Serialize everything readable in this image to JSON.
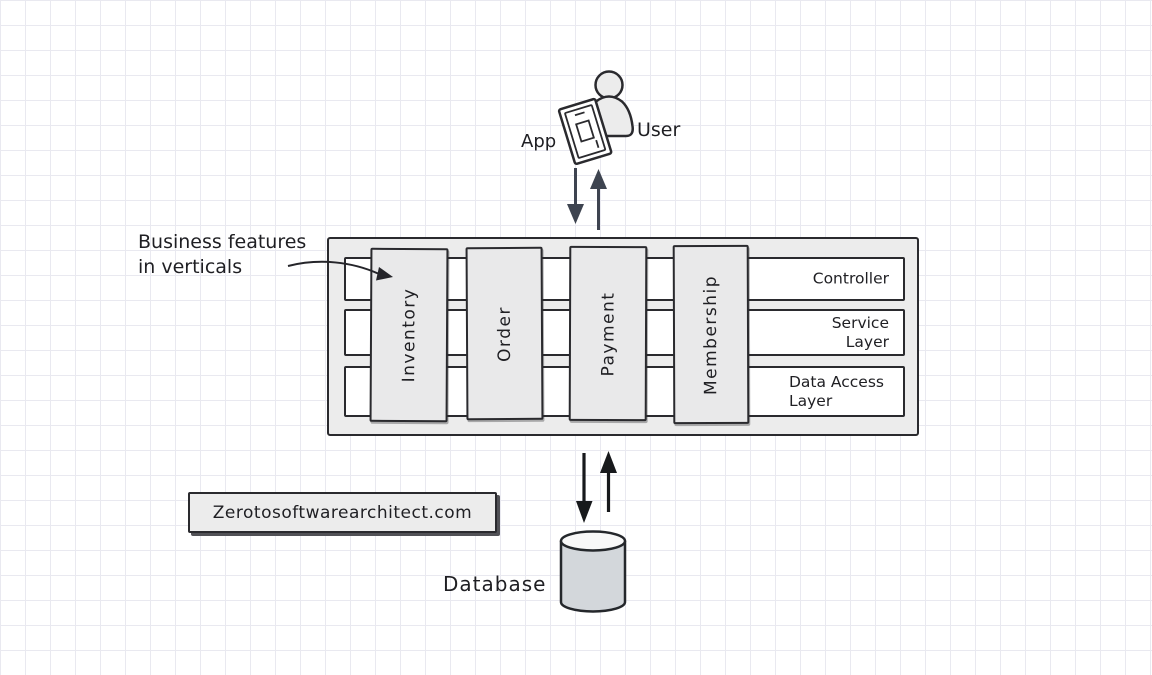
{
  "user_group": {
    "app_label": "App",
    "user_label": "User"
  },
  "annotation": {
    "line1": "Business features",
    "line2": "in verticals"
  },
  "main_box": {
    "verticals": [
      {
        "label": "Inventory"
      },
      {
        "label": "Order"
      },
      {
        "label": "Payment"
      },
      {
        "label": "Membership"
      }
    ],
    "layers": [
      {
        "label": "Controller",
        "lines": [
          "Controller"
        ]
      },
      {
        "label": "Service Layer",
        "lines": [
          "Service",
          "Layer"
        ]
      },
      {
        "label": "Data Access Layer",
        "lines": [
          "Data Access",
          "Layer"
        ]
      }
    ]
  },
  "database": {
    "label": "Database"
  },
  "watermark": {
    "label": "Zerotosoftwarearchitect.com"
  },
  "colors": {
    "ink": "#2a2a2e",
    "box_fill": "#ececec",
    "band_fill": "#ffffff",
    "database_fill": "#d3d7db",
    "database_top_fill": "#f8f8f8",
    "arrow_user_color": "#3e4450",
    "arrow_db_color": "#17191c",
    "grid_line": "#e9e9f0"
  }
}
